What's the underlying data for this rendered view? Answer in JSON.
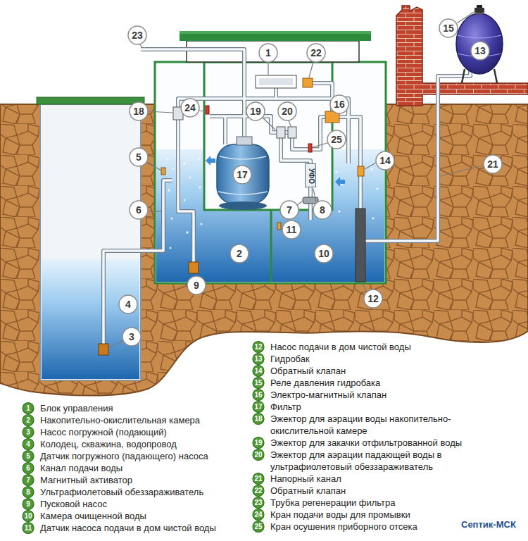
{
  "diagram": {
    "nodes": [
      {
        "text": [
          "УФО"
        ]
      }
    ],
    "labels": [
      "23",
      "1",
      "22",
      "15",
      "13",
      "18",
      "24",
      "19",
      "20",
      "16",
      "25",
      "5",
      "17",
      "14",
      "21",
      "6",
      "7",
      "8",
      "11",
      "2",
      "10",
      "4",
      "9",
      "12",
      "3",
      "1",
      "2",
      "3",
      "4",
      "5",
      "6",
      "7",
      "8",
      "9",
      "10",
      "11",
      "12",
      "13",
      "14",
      "15",
      "16",
      "17",
      "18",
      "19",
      "20",
      "21",
      "22",
      "23",
      "24",
      "25",
      "Септик-МСК"
    ],
    "legend": [
      {
        "text": "Блок управления"
      },
      {
        "text": "Накопительно-окислительная камера"
      },
      {
        "text": "Насос погружной (подающий)"
      },
      {
        "text": "Колодец, скважина, водопровод"
      },
      {
        "text": "Датчик погружного (падающего) насоса"
      },
      {
        "text": "Канал подачи воды"
      },
      {
        "text": "Магнитный активатор"
      },
      {
        "text": "Ультрафиолетовый обеззараживатель"
      },
      {
        "text": "Пусковой насос"
      },
      {
        "text": "Камера очищенной воды"
      },
      {
        "text": "Датчик насоса подачи в дом чистой воды"
      },
      {
        "text": "Насос подачи в дом чистой воды"
      },
      {
        "text": "Гидробак"
      },
      {
        "text": "Обратный клапан"
      },
      {
        "text": "Реле давления гидробака"
      },
      {
        "text": "Электро-магнитный клапан"
      },
      {
        "text": "Фильтр"
      },
      {
        "text": "Эжектор для аэрации воды накопительно-окислительной камере"
      },
      {
        "text": "Эжектор для закачки отфильтрованной воды"
      },
      {
        "text": "Эжектор для аэрации падающей воды в ультрафиолетовый обеззараживатель"
      },
      {
        "text": "Напорный канал"
      },
      {
        "text": "Обратный клапан"
      },
      {
        "text": "Трубка регенерации фильтра"
      },
      {
        "text": "Кран подачи воды для промывки"
      },
      {
        "text": "Кран осушения приборного отсека"
      }
    ]
  }
}
